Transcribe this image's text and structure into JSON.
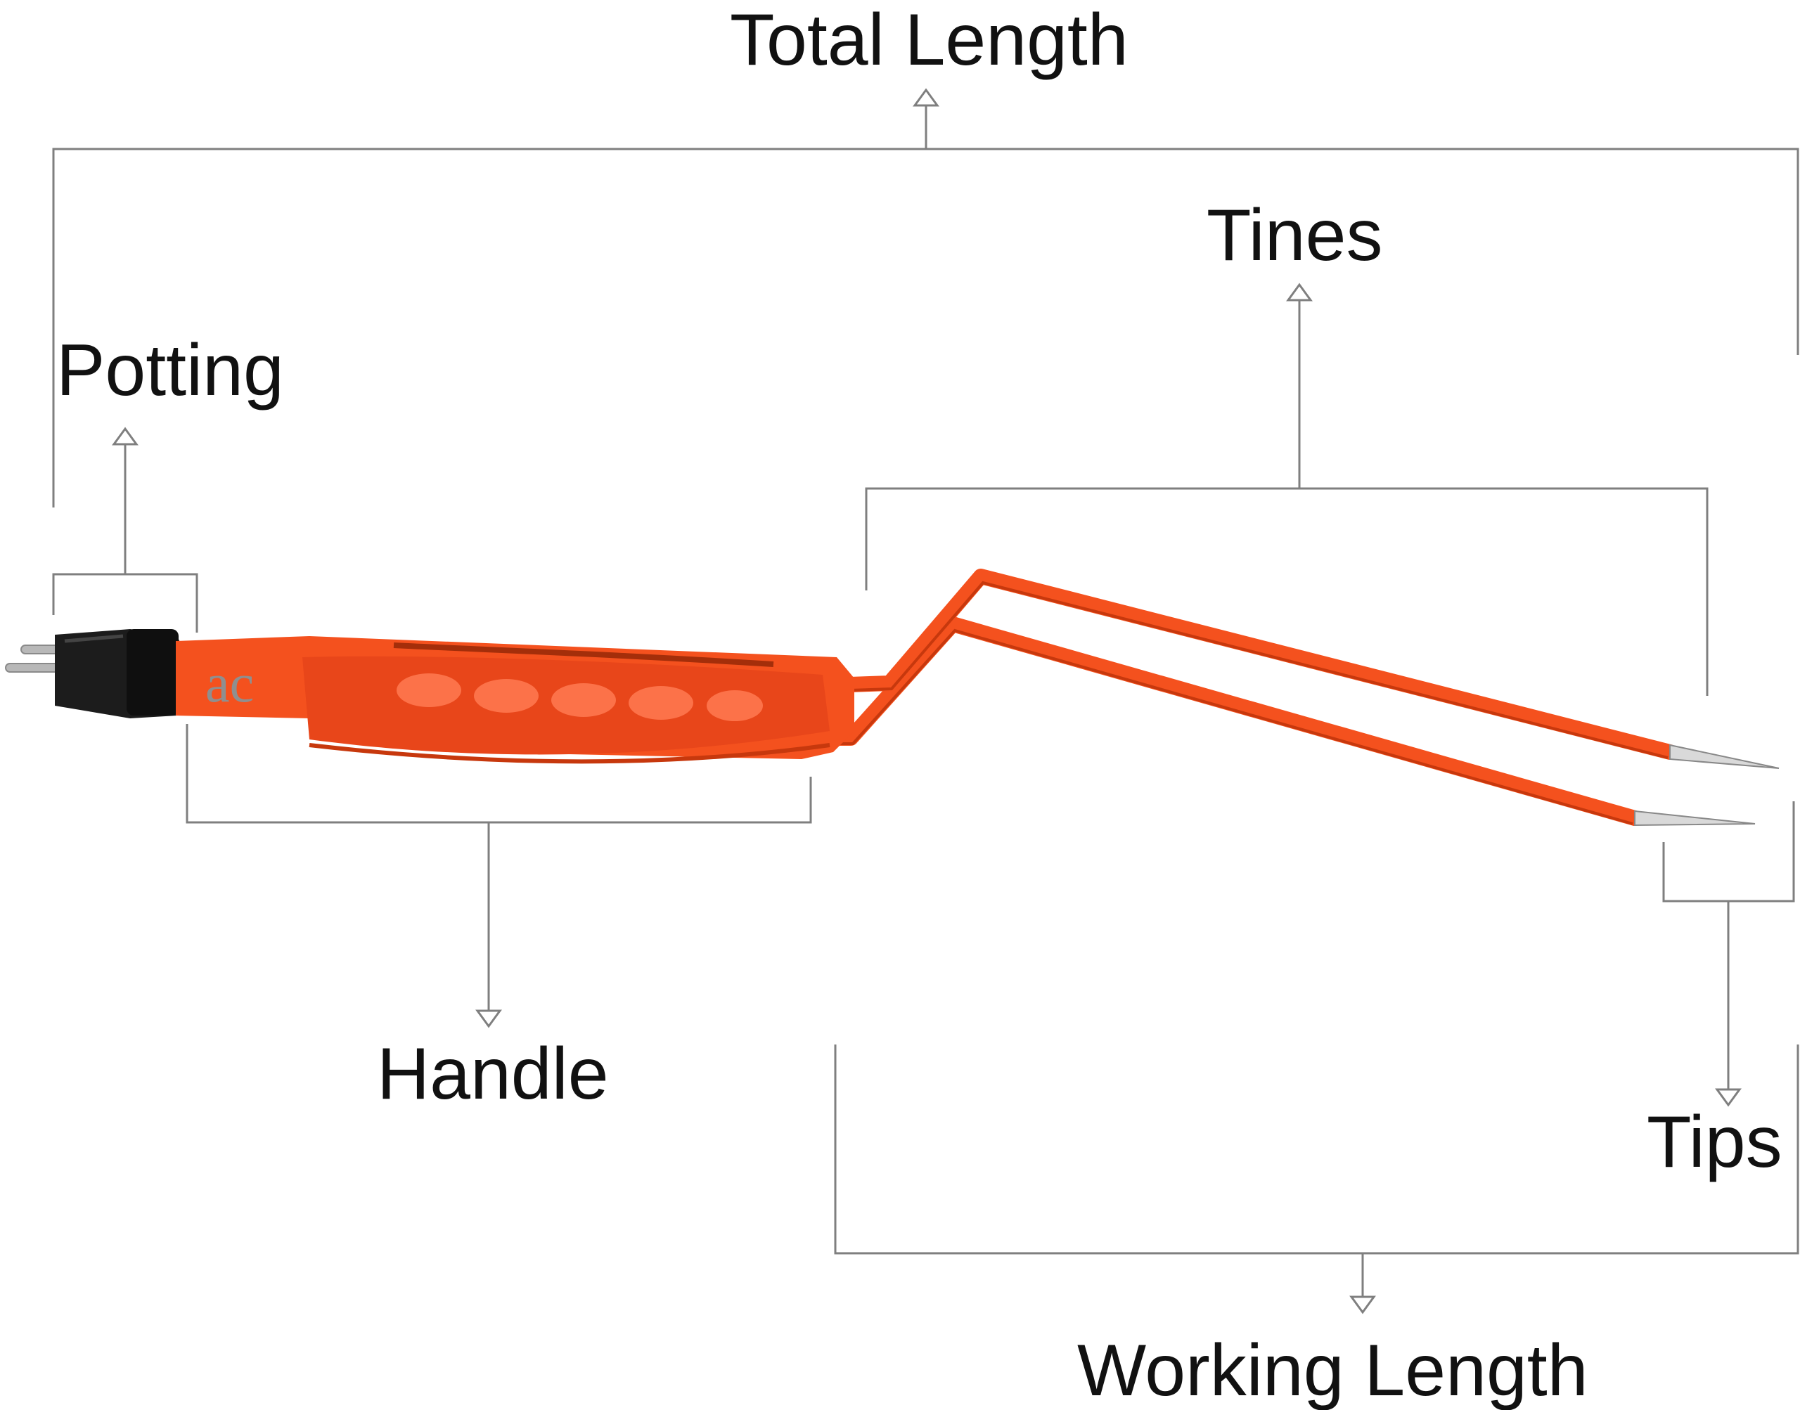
{
  "labels": {
    "total_length": "Total Length",
    "tines": "Tines",
    "potting": "Potting",
    "handle": "Handle",
    "tips": "Tips",
    "working_length": "Working Length"
  },
  "logo": {
    "text": "ac"
  },
  "colors": {
    "instrument_orange": "#f4511e",
    "instrument_dark_orange": "#c7380d",
    "potting_black": "#1c1c1c",
    "pin_metal": "#b8b8b8",
    "tip_metal": "#d9d9d9",
    "logo_gray": "#8f8f8f",
    "lead_line": "#7f7f7f",
    "label_text": "#111111"
  },
  "icons": {
    "arrow": "hollow-triangle-arrow-icon"
  }
}
